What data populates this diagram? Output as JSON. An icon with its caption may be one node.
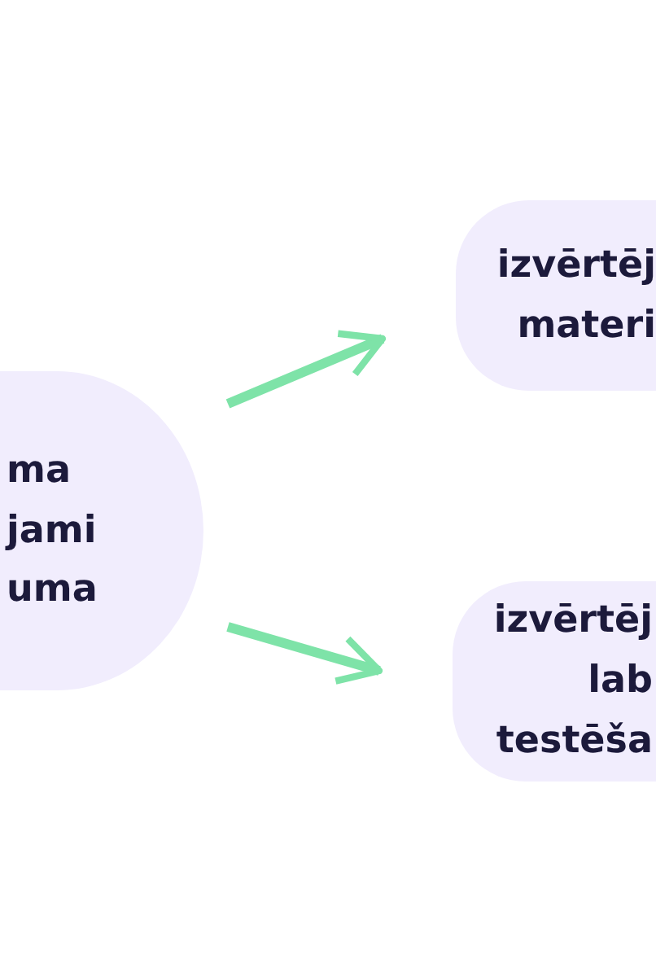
{
  "diagram": {
    "nodes": [
      {
        "text": [
          "ma jami uma"
        ]
      },
      {
        "text": [
          "izvērtēj materi"
        ]
      },
      {
        "text": [
          "izvērtēj lab testēša"
        ]
      }
    ],
    "edges": [
      {
        "from": 0,
        "to": 1,
        "arrow": "to"
      },
      {
        "from": 0,
        "to": 2,
        "arrow": "to"
      }
    ]
  }
}
